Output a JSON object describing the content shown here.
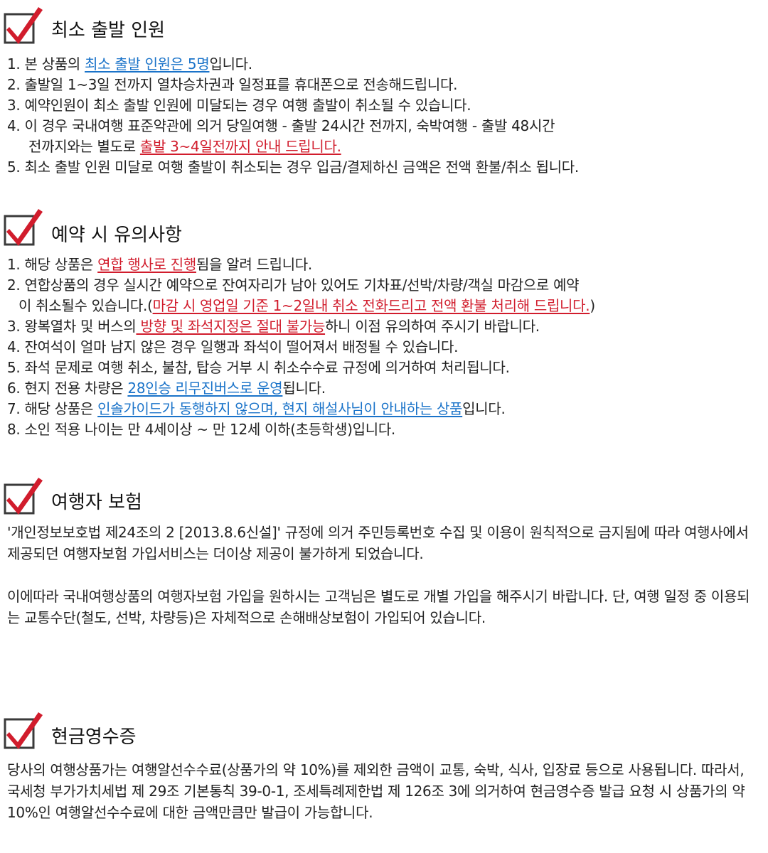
{
  "colors": {
    "checkbox_red": "#d11c2c",
    "checkbox_border": "#3a3a3a",
    "link_blue": "#1a73c9",
    "emph_red": "#d11c2c"
  },
  "icons": {
    "section_icon": "checkbox-checked-icon"
  },
  "s1": {
    "title": "최소 출발 인원",
    "i1": {
      "a": "1. 본 상품의 ",
      "b": "최소 출발 인원은 5명",
      "c": "입니다."
    },
    "i2": "2. 출발일 1~3일 전까지 열차승차권과 일정표를 휴대폰으로 전송해드립니다.",
    "i3": "3. 예약인원이 최소 출발 인원에 미달되는 경우 여행 출발이 취소될 수 있습니다.",
    "i4": {
      "a": "4. 이 경우 국내여행 표준약관에 의거 당일여행 - 출발 24시간 전까지, 숙박여행 - 출발 48시간",
      "b": "전까지와는 별도로 ",
      "c": "출발 3~4일전까지 안내 드립니다."
    },
    "i5": "5. 최소 출발 인원 미달로 여행 출발이 취소되는 경우 입금/결제하신 금액은 전액 환불/취소 됩니다."
  },
  "s2": {
    "title": "예약 시 유의사항",
    "i1": {
      "a": "1. 해당 상품은 ",
      "b": "연합 행사로 진행",
      "c": "됨을 알려 드립니다."
    },
    "i2": {
      "a": "2. 연합상품의 경우 실시간 예약으로 잔여자리가 남아 있어도 기차표/선박/차량/객실 마감으로 예약",
      "b": "이 취소될수 있습니다.(",
      "c": "마감 시 영업일 기준 1~2일내 취소 전화드리고 전액 환불 처리해 드립니다.",
      "d": ")"
    },
    "i3": {
      "a": "3. 왕복열차 및 버스의",
      "b": " 방향 및 좌석지정은 절대 불가능",
      "c": "하니 이점 유의하여 주시기 바랍니다."
    },
    "i4": "4. 잔여석이 얼마 남지 않은 경우 일행과 좌석이 떨어져서 배정될 수 있습니다.",
    "i5": "5. 좌석 문제로 여행 취소, 불참, 탑승 거부 시 취소수수료 규정에 의거하여 처리됩니다.",
    "i6": {
      "a": "6. 현지 전용 차량은 ",
      "b": "28인승 리무진버스로 운영",
      "c": "됩니다."
    },
    "i7": {
      "a": "7. 해당 상품은 ",
      "b": "인솔가이드가 동행하지 않으며, 현지 해설사님이 안내하는 상품",
      "c": "입니다."
    },
    "i8": "8. 소인 적용 나이는 만 4세이상 ~ 만 12세 이하(초등학생)입니다."
  },
  "s3": {
    "title": "여행자 보험",
    "p1": "'개인정보보호법 제24조의 2 [2013.8.6신설]' 규정에 의거 주민등록번호 수집 및 이용이 원칙적으로 금지됨에 따라 여행사에서 제공되던 여행자보험 가입서비스는 더이상 제공이 불가하게 되었습니다.",
    "p2": "이에따라 국내여행상품의 여행자보험 가입을 원하시는 고객님은 별도로 개별 가입을 해주시기 바랍니다. 단, 여행 일정 중 이용되는 교통수단(철도, 선박, 차량등)은 자체적으로 손해배상보험이 가입되어 있습니다."
  },
  "s4": {
    "title": "현금영수증",
    "p1": "당사의 여행상품가는 여행알선수수료(상품가의 약 10%)를 제외한 금액이 교통, 숙박, 식사, 입장료 등으로 사용됩니다. 따라서, 국세청 부가가치세법 제 29조 기본통칙 39-0-1, 조세특례제한법 제 126조 3에 의거하여 현금영수증 발급 요청 시 상품가의 약 10%인 여행알선수수료에 대한 금액만큼만 발급이 가능합니다."
  }
}
